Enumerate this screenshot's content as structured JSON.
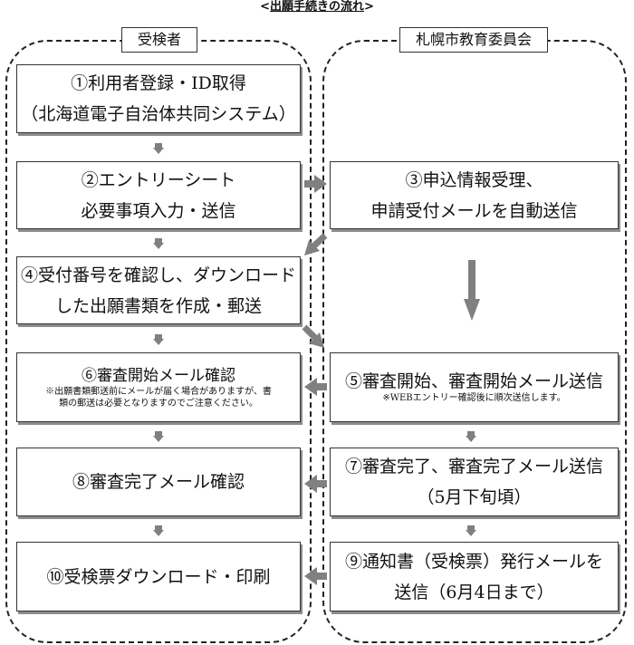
{
  "title": {
    "open": "<",
    "text": "出願手続きの流れ",
    "close": ">"
  },
  "lanes": {
    "applicant": {
      "label": "受検者"
    },
    "board": {
      "label": "札幌市教育委員会"
    }
  },
  "steps": {
    "s1": {
      "line1": "①利用者登録・ID取得",
      "line2": "（北海道電子自治体共同システム）"
    },
    "s2": {
      "line1": "②エントリーシート",
      "line2": "必要事項入力・送信"
    },
    "s3": {
      "line1": "③申込情報受理、",
      "line2": "申請受付メールを自動送信"
    },
    "s4": {
      "line1": "④受付番号を確認し、ダウンロード",
      "line2": "した出願書類を作成・郵送"
    },
    "s5": {
      "line1": "⑤審査開始、審査開始メール送信",
      "note": "※WEBエントリー確認後に順次送信します。"
    },
    "s6": {
      "line1": "⑥審査開始メール確認",
      "note1": "※出願書類郵送前にメールが届く場合がありますが、書",
      "note2": "類の郵送は必要となりますのでご注意ください。"
    },
    "s7": {
      "line1": "⑦審査完了、審査完了メール送信",
      "line2": "（5月下旬頃）"
    },
    "s8": {
      "line1": "⑧審査完了メール確認"
    },
    "s9": {
      "line1": "⑨通知書（受検票）発行メールを",
      "line2": "送信（6月4日まで）"
    },
    "s10": {
      "line1": "⑩受検票ダウンロード・印刷"
    }
  },
  "colors": {
    "arrow": "#808080",
    "border": "#333333",
    "shadow": "#8c8c8c"
  },
  "icons": {
    "arrow_down": "arrow-down-icon",
    "arrow_right": "arrow-right-icon",
    "arrow_left": "arrow-left-icon",
    "arrow_diagonal": "arrow-diagonal-icon"
  }
}
